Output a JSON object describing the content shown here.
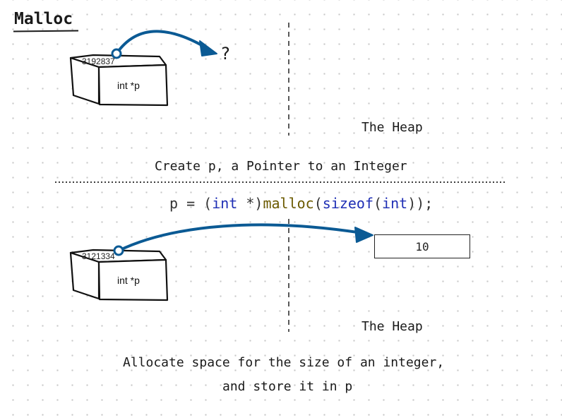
{
  "title": "Malloc",
  "top": {
    "box_address": "3192837",
    "box_label": "int *p",
    "target": "?",
    "heap_label": "The Heap",
    "caption": "Create p, a Pointer to an Integer"
  },
  "code": {
    "p1": "p = (",
    "kw1": "int",
    "p2": " *)",
    "fn1": "malloc",
    "p3": "(",
    "kw2": "sizeof",
    "p4": "(",
    "kw3": "int",
    "p5": "));"
  },
  "bottom": {
    "box_address": "3121334",
    "box_label": "int *p",
    "heap_value": "10",
    "heap_label": "The Heap",
    "caption_line1": "Allocate space for the size of an integer,",
    "caption_line2": "and store it in p"
  },
  "colors": {
    "arrow": "#0b5a94",
    "ink": "#1a1a1a",
    "code_keyword": "#1f2fb5",
    "code_function": "#6b5a00"
  }
}
